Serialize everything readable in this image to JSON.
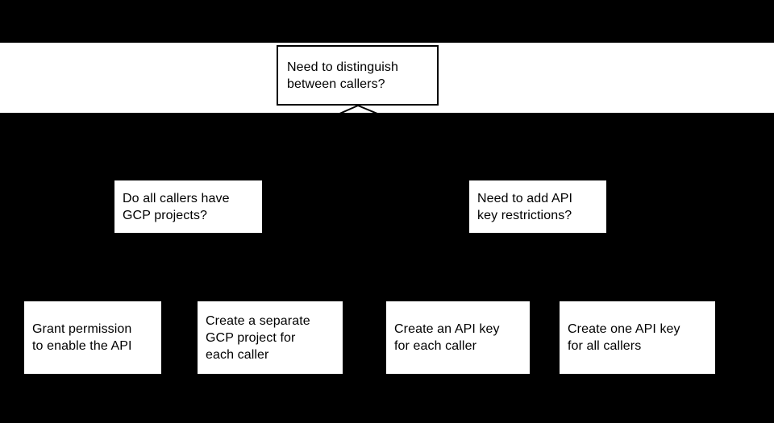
{
  "colors": {
    "background": "#000000",
    "band": "#ffffff",
    "node_fill": "#ffffff",
    "node_border": "#000000",
    "text": "#000000",
    "connector": "#000000"
  },
  "flowchart": {
    "root_question": {
      "text": "Need to distinguish\nbetween callers?"
    },
    "branch_questions": [
      {
        "text": "Do all callers have\nGCP projects?"
      },
      {
        "text": "Need to add API\nkey restrictions?"
      }
    ],
    "outcomes": [
      {
        "text": "Grant permission\nto enable the API"
      },
      {
        "text": "Create a separate\nGCP project for\neach caller"
      },
      {
        "text": "Create an API key\nfor each caller"
      },
      {
        "text": "Create one API key\nfor all callers"
      }
    ]
  }
}
